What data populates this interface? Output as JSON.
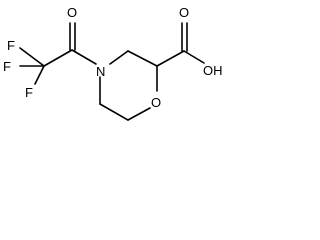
{
  "molecule": {
    "atoms": {
      "f_top": "F",
      "f_left": "F",
      "f_bottom": "F",
      "o_carbonyl": "O",
      "n_ring": "N",
      "o_ring": "O",
      "o_acid": "O",
      "oh_acid": "OH"
    }
  }
}
